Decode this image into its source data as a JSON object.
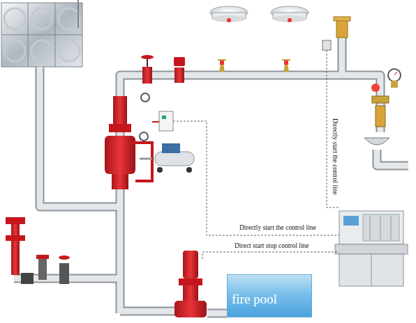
{
  "diagram": {
    "nodes": [
      {
        "text": [
          "fire pool"
        ]
      }
    ],
    "labels": [
      "Directly start the control line",
      "Directly start the control line",
      "Direct start stop control line"
    ]
  }
}
